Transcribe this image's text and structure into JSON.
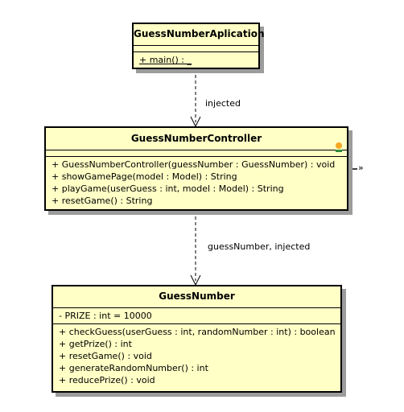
{
  "classes": {
    "app": {
      "name": "GuessNumberAplication",
      "attributes": [],
      "operations": [
        "+ main() : _"
      ]
    },
    "controller": {
      "name": "GuessNumberController",
      "attributes": [],
      "operations": [
        "+ GuessNumberController(guessNumber : GuessNumber) : void",
        "+ showGamePage(model : Model) : String",
        "+ playGame(userGuess : int, model : Model) : String",
        "+ resetGame() : String"
      ]
    },
    "guess": {
      "name": "GuessNumber",
      "attributes": [
        "- PRIZE : int = 10000"
      ],
      "operations": [
        "+ checkGuess(userGuess : int, randomNumber : int) : boolean",
        "+ getPrize() : int",
        "+ resetGame() : void",
        "+ generateRandomNumber() : int",
        "+ reducePrize() : void"
      ]
    }
  },
  "relations": {
    "app_to_controller": "injected",
    "controller_to_guess": "guessNumber, injected",
    "controller_external": "»"
  }
}
